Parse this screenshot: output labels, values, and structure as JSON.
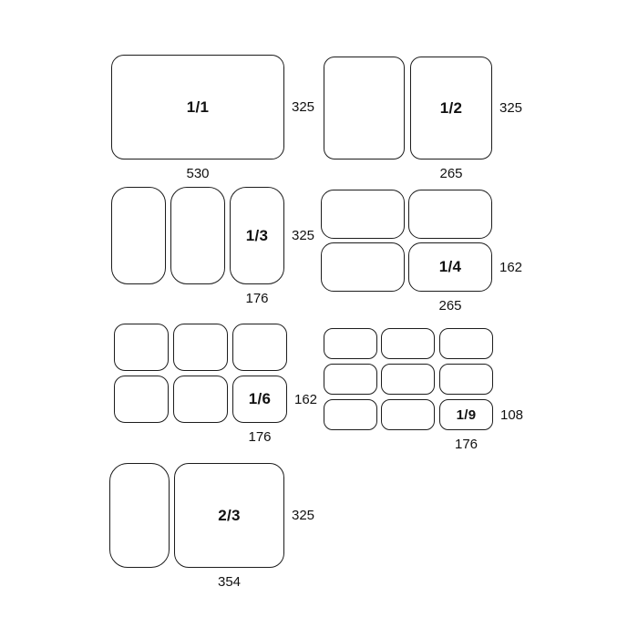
{
  "diagram": {
    "panels": {
      "gn11": {
        "label": "1/1",
        "width": "530",
        "height": "325"
      },
      "gn12": {
        "label": "1/2",
        "width": "265",
        "height": "325"
      },
      "gn13": {
        "label": "1/3",
        "width": "176",
        "height": "325"
      },
      "gn14": {
        "label": "1/4",
        "width": "265",
        "height": "162"
      },
      "gn16": {
        "label": "1/6",
        "width": "176",
        "height": "162"
      },
      "gn19": {
        "label": "1/9",
        "width": "176",
        "height": "108"
      },
      "gn23": {
        "label": "2/3",
        "width": "354",
        "height": "325"
      }
    }
  }
}
